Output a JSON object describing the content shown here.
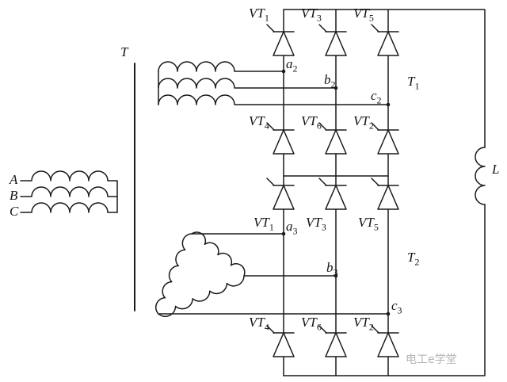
{
  "labels": {
    "transformer": "T",
    "inductor": "L",
    "watermark": "电工e学堂",
    "primary_phases": [
      {
        "base": "A"
      },
      {
        "base": "B"
      },
      {
        "base": "C"
      }
    ],
    "bridge1": {
      "name": {
        "base": "T",
        "sub": "1"
      },
      "top_row": [
        {
          "base": "VT",
          "sub": "1"
        },
        {
          "base": "VT",
          "sub": "3"
        },
        {
          "base": "VT",
          "sub": "5"
        }
      ],
      "bottom_row": [
        {
          "base": "VT",
          "sub": "4"
        },
        {
          "base": "VT",
          "sub": "6"
        },
        {
          "base": "VT",
          "sub": "2"
        }
      ],
      "nodes": [
        {
          "base": "a",
          "sub": "2"
        },
        {
          "base": "b",
          "sub": "2"
        },
        {
          "base": "c",
          "sub": "2"
        }
      ]
    },
    "bridge2": {
      "name": {
        "base": "T",
        "sub": "2"
      },
      "top_row": [
        {
          "base": "VT",
          "sub": "1"
        },
        {
          "base": "VT",
          "sub": "3"
        },
        {
          "base": "VT",
          "sub": "5"
        }
      ],
      "bottom_row": [
        {
          "base": "VT",
          "sub": "4"
        },
        {
          "base": "VT",
          "sub": "6"
        },
        {
          "base": "VT",
          "sub": "2"
        }
      ],
      "nodes": [
        {
          "base": "a",
          "sub": "3"
        },
        {
          "base": "b",
          "sub": "3"
        },
        {
          "base": "c",
          "sub": "3"
        }
      ]
    }
  },
  "colors": {
    "line": "#1a1a1a",
    "watermark": "#b3b3b3"
  }
}
